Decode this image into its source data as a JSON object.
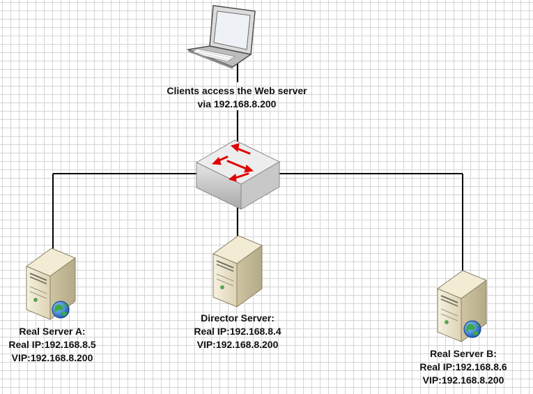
{
  "client": {
    "label_line1": "Clients access the Web server",
    "label_line2": "via 192.168.8.200"
  },
  "switch": {
    "icon": "network-switch-icon"
  },
  "director": {
    "title": "Director Server:",
    "real_ip": "Real IP:192.168.8.4",
    "vip": "VIP:192.168.8.200"
  },
  "server_a": {
    "title": "Real Server A:",
    "real_ip": "Real IP:192.168.8.5",
    "vip": "VIP:192.168.8.200"
  },
  "server_b": {
    "title": "Real Server B:",
    "real_ip": "Real IP:192.168.8.6",
    "vip": "VIP:192.168.8.200"
  },
  "colors": {
    "grid": "#d4d4d4",
    "link": "#000000",
    "arrow": "#e00000",
    "server_body": "#e9e1c6"
  }
}
